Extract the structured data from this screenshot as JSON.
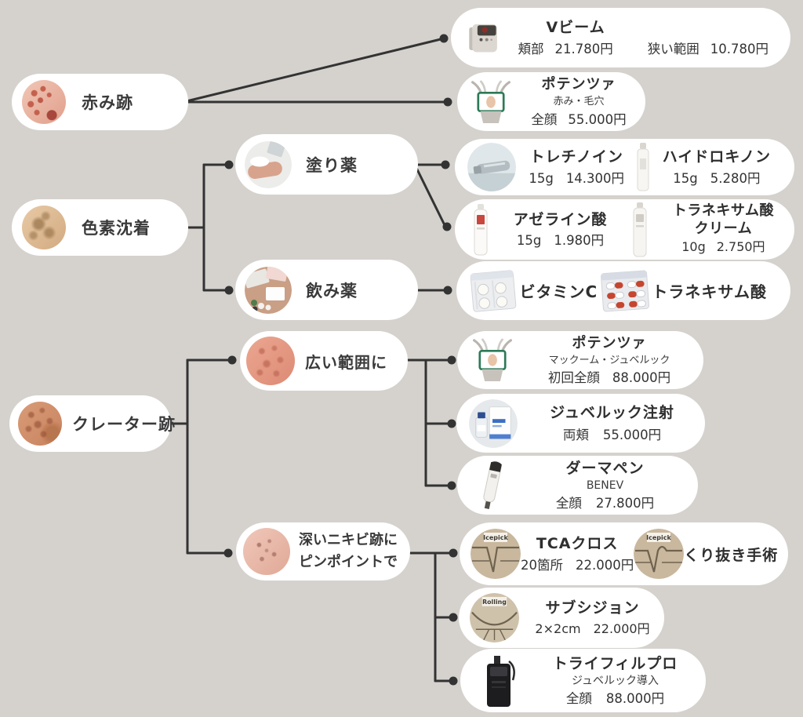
{
  "colors": {
    "background": "#d5d2ce",
    "card": "#ffffff",
    "line": "#333333",
    "text": "#333333",
    "icepick_circle": "#c9b89e"
  },
  "categories": {
    "akami_ato": {
      "label": "赤み跡"
    },
    "shikiso_chinchaku": {
      "label": "色素沈着"
    },
    "crater_ato": {
      "label": "クレーター跡"
    }
  },
  "subcategories": {
    "nurigusuri": {
      "label": "塗り薬"
    },
    "nomigusuri": {
      "label": "飲み薬"
    },
    "hiroi_hani": {
      "label": "広い範囲に"
    },
    "fukai_pinpoint": {
      "line1": "深いニキビ跡に",
      "line2": "ピンポイントで"
    }
  },
  "treatments": {
    "vbeam": {
      "title": "Vビーム",
      "price1_label": "頬部",
      "price1_value": "21.780円",
      "price2_label": "狭い範囲",
      "price2_value": "10.780円"
    },
    "potenza_akami": {
      "title": "ポテンツァ",
      "subtitle": "赤み・毛穴",
      "price_label": "全顔",
      "price_value": "55.000円"
    },
    "tretinoin": {
      "title": "トレチノイン",
      "size": "15g",
      "price_value": "14.300円"
    },
    "hydroquinone": {
      "title": "ハイドロキノン",
      "size": "15g",
      "price_value": "5.280円"
    },
    "azelaic_acid": {
      "title": "アゼライン酸",
      "size": "15g",
      "price_value": "1.980円"
    },
    "tranexamic_cream": {
      "title_line1": "トラネキサム酸",
      "title_line2": "クリーム",
      "size": "10g",
      "price_value": "2.750円"
    },
    "vitamin_c": {
      "title": "ビタミンC"
    },
    "tranexamic_acid": {
      "title": "トラネキサム酸"
    },
    "potenza_crater": {
      "title": "ポテンツァ",
      "subtitle": "マックーム・ジュベルック",
      "price_label": "初回全顔",
      "price_value": "88.000円"
    },
    "juvelook_injection": {
      "title": "ジュベルック注射",
      "price_label": "両頬",
      "price_value": "55.000円"
    },
    "dermapen": {
      "title": "ダーマペン",
      "subtitle": "BENEV",
      "price_label": "全顔",
      "price_value": "27.800円"
    },
    "tca_cross": {
      "title": "TCAクロス",
      "price_label": "20箇所",
      "price_value": "22.000円"
    },
    "kurinuki_surgery": {
      "title": "くり抜き手術"
    },
    "subcision": {
      "title": "サブシジョン",
      "price_label": "2×2cm",
      "price_value": "22.000円"
    },
    "trifill_pro": {
      "title": "トライフィルプロ",
      "subtitle": "ジュベルック導入",
      "price_label": "全顔",
      "price_value": "88.000円"
    }
  },
  "photo_badges": {
    "icepick": "Icepick",
    "rolling": "Rolling"
  }
}
